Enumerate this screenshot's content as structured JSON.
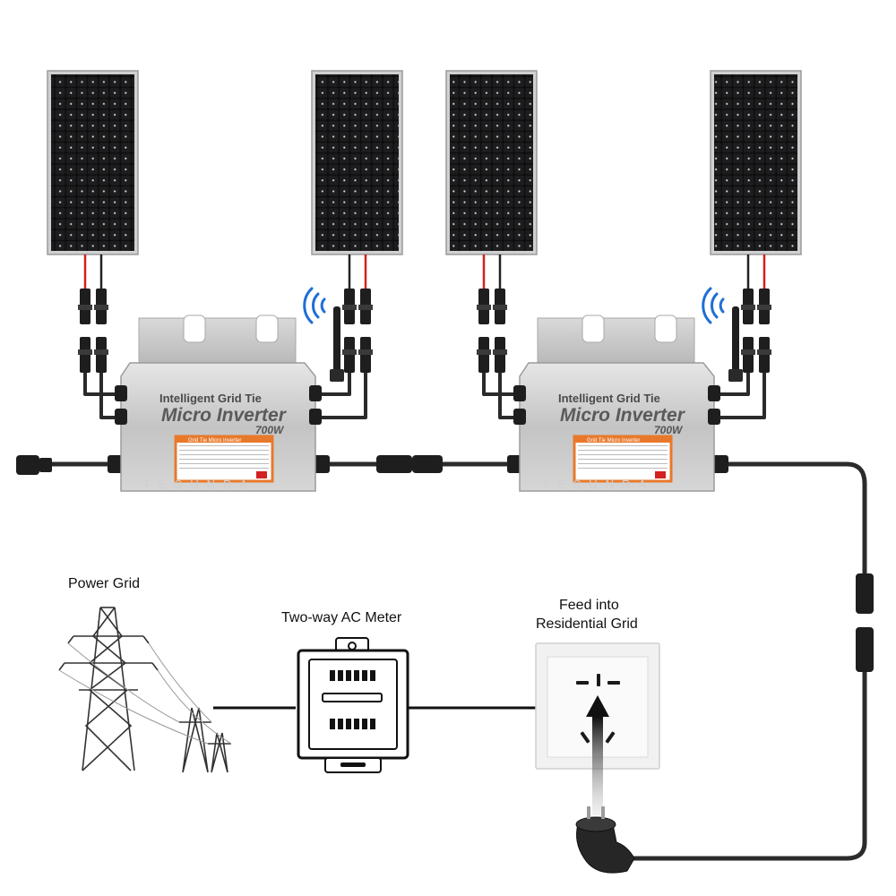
{
  "inverters": [
    {
      "line1": "Intelligent Grid Tie",
      "line2": "Micro Inverter",
      "power": "700W",
      "brand": "TESUNRA",
      "label_title": "Grid Tie Micro Inverter"
    },
    {
      "line1": "Intelligent Grid Tie",
      "line2": "Micro Inverter",
      "power": "700W",
      "brand": "TESUNRA",
      "label_title": "Grid Tie Micro Inverter"
    }
  ],
  "labels": {
    "power_grid": "Power Grid",
    "meter": "Two-way AC Meter",
    "feed_line1": "Feed into",
    "feed_line2": "Residential Grid"
  },
  "colors": {
    "panel_cell": "#111111",
    "panel_frame": "#c9c9c9",
    "positive_wire": "#d32020",
    "negative_wire": "#222222",
    "inverter_body": "#c8c8c8",
    "label_orange": "#e8792b",
    "cable": "#2b2b2b"
  }
}
